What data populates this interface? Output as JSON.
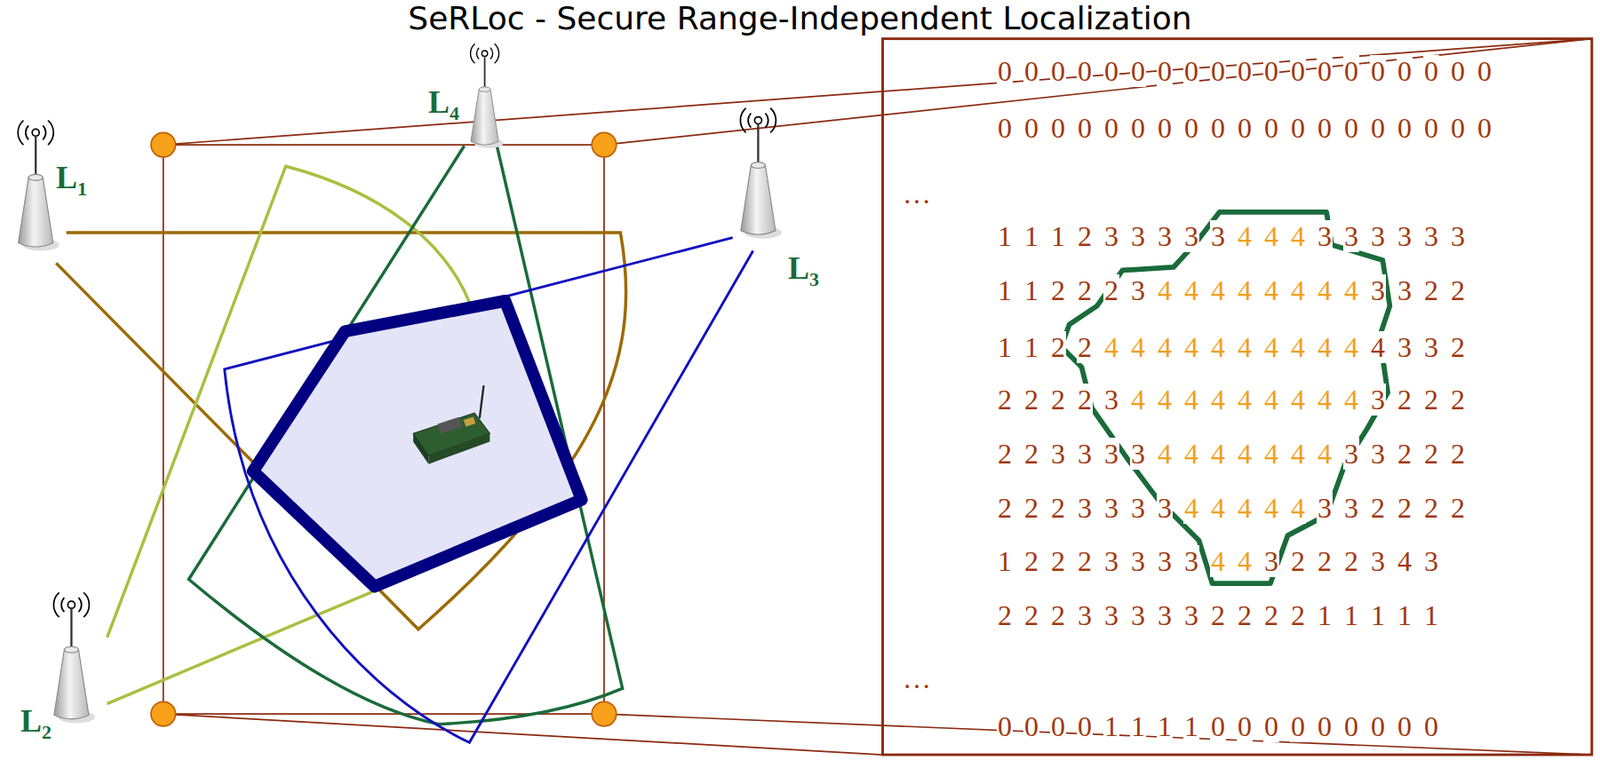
{
  "diagram": {
    "title": "SeRLoc - Secure Range-Independent Localization",
    "labels": [
      "L4",
      "L1",
      "L3",
      "L2",
      "0 0 0 0 0 0 0 0 0 0 0 0 0 0 0 0 0 0 0",
      "0 0 0 0 0 0 0 0 0 0 0 0 0 0 0 0 0 0 0",
      "…",
      "1 1 1 2 3 3 3 3 3 4 4 4 3 3 3 3 3 3",
      "1 1 2 2 2 3 4 4 4 4 4 4 4 4 3 3 2 2",
      "1 1 2 2 4 4 4 4 4 4 4 4 4 4 4 3 3 2",
      "2 2 2 2 3 4 4 4 4 4 4 4 4 4 3 2 2 2",
      "2 2 3 3 3 3 4 4 4 4 4 4 4 3 3 2 2 2",
      "2 2 2 3 3 3 3 4 4 4 4 4 3 3 2 2 2 2",
      "1 2 2 2 3 3 3 3 4 4 3 2 2 2 3 4 3",
      "2 2 2 3 3 3 3 3 2 2 2 2 1 1 1 1 1",
      "…",
      "0 0 0 0 1 1 1 1 0 0 0 0 0 0 0 0 0"
    ]
  }
}
